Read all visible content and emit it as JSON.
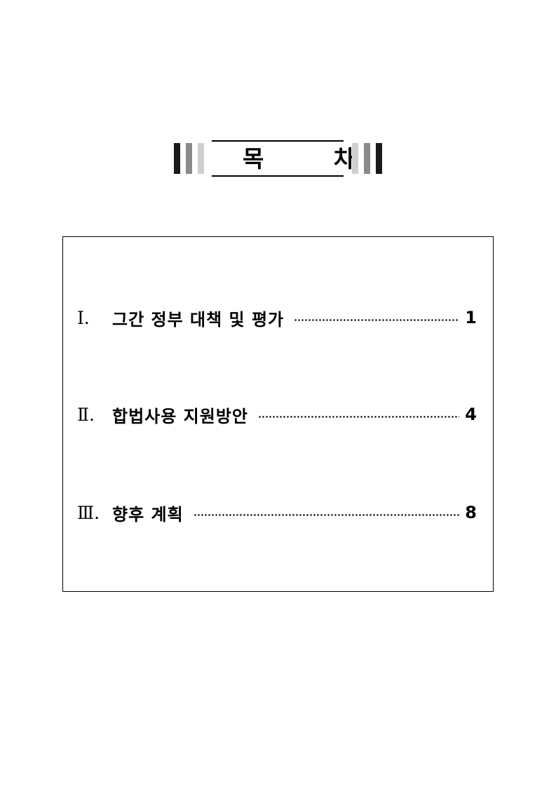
{
  "title": "목 차",
  "toc": [
    {
      "numeral": "Ⅰ.",
      "label": "그간 정부 대책 및 평가",
      "page": "1"
    },
    {
      "numeral": "Ⅱ.",
      "label": "합법사용 지원방안",
      "page": "4"
    },
    {
      "numeral": "Ⅲ.",
      "label": "향후 계획",
      "page": "8"
    }
  ],
  "colors": {
    "bar_dark": "#1a1a1a",
    "bar_mid": "#8a8a8a",
    "bar_light": "#cfcfcf",
    "text": "#000000",
    "border": "#000000"
  }
}
